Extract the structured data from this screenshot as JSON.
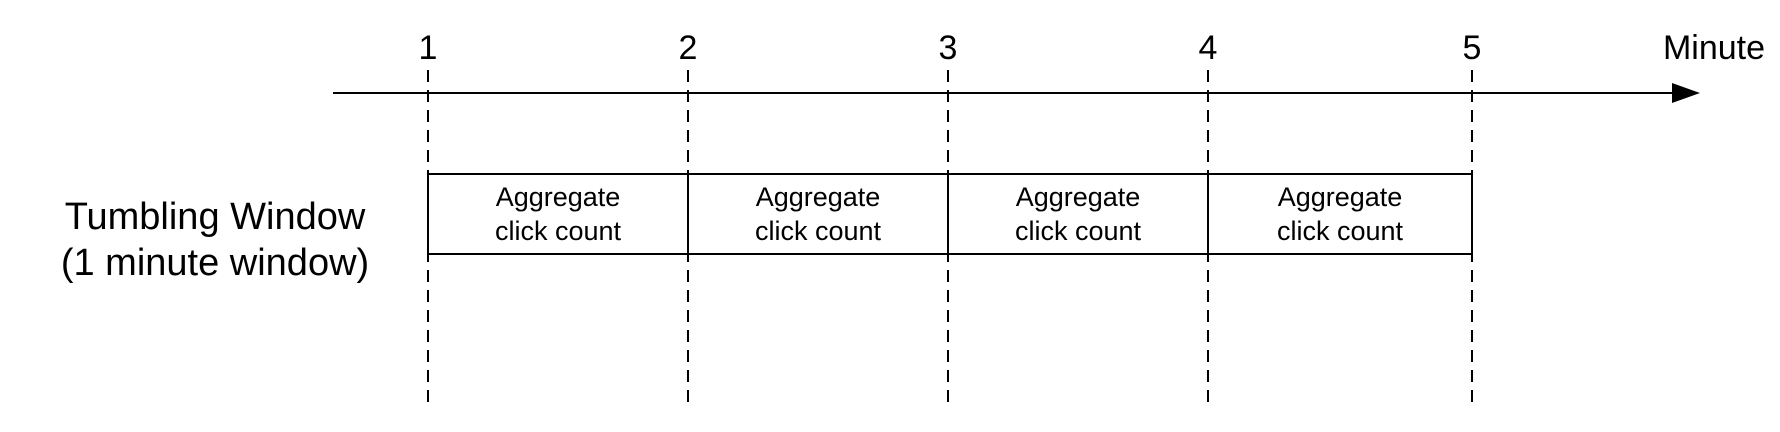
{
  "row_label": {
    "line1": "Tumbling Window",
    "line2": "(1 minute window)"
  },
  "axis": {
    "label": "Minute",
    "ticks": [
      "1",
      "2",
      "3",
      "4",
      "5"
    ]
  },
  "windows": [
    {
      "line1": "Aggregate",
      "line2": "click count"
    },
    {
      "line1": "Aggregate",
      "line2": "click count"
    },
    {
      "line1": "Aggregate",
      "line2": "click count"
    },
    {
      "line1": "Aggregate",
      "line2": "click count"
    }
  ],
  "colors": {
    "line": "#000000",
    "background": "#ffffff"
  }
}
